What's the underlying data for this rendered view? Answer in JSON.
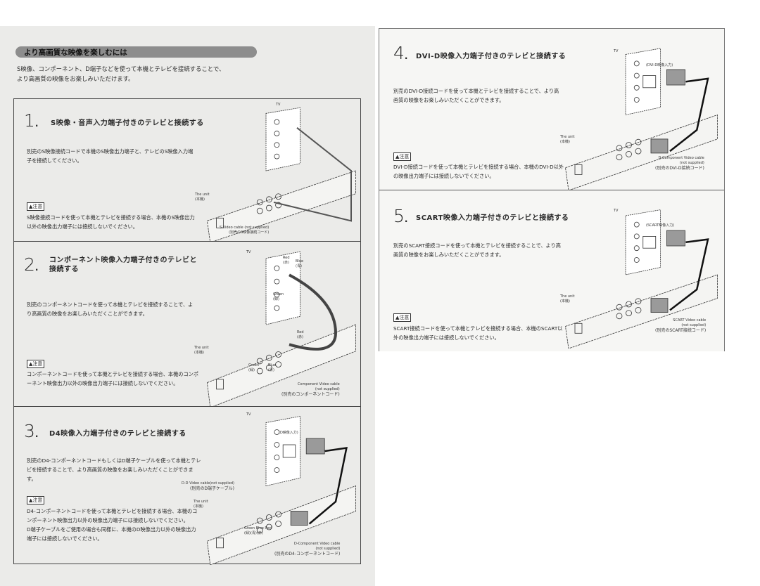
{
  "header": {
    "title": "より高画質な映像を楽しむには",
    "intro_1": "S映像、コンポーネント、D端子などを使って本機とテレビを接続することで、",
    "intro_2": "より高画質の映像をお楽しみいただけます。"
  },
  "caution_label": "注意",
  "sections": [
    {
      "number": "1",
      "title": "S映像・音声入力端子付きのテレビと接続する",
      "body": "別売のS映像接続コードで本機のS映像出力端子と、テレビのS映像入力端子を接続してください。",
      "caution": "S映像接続コードを使って本機とテレビを接続する場合、本機のS映像出力以外の映像出力端子には接続しないでください。",
      "tv": "TV",
      "unit_en": "The unit",
      "unit_ja": "(本機)",
      "cable_en": "S-Video cable (not supplied)",
      "cable_ja": "(別売のS映像接続コード)"
    },
    {
      "number": "2",
      "title_1": "コンポーネント映像入力端子付きのテレビと",
      "title_2": "接続する",
      "body": "別売のコンポーネントコードを使って本機とテレビを接続することで、より高画質の映像をお楽しみいただくことができます。",
      "caution": "コンポーネントコードを使って本機とテレビを接続する場合、本機のコンポーネント映像出力以外の映像出力端子には接続しないでください。",
      "tv": "TV",
      "unit_en": "The unit",
      "unit_ja": "(本機)",
      "red": "Red",
      "red_ja": "(赤)",
      "blue": "Blue",
      "blue_ja": "(青)",
      "green": "Green",
      "green_ja": "(緑)",
      "cable_en": "Component Video cable",
      "cable_en2": "(not supplied)",
      "cable_ja": "(別売のコンポーネントコード)"
    },
    {
      "number": "3",
      "title": "D4映像入力端子付きのテレビと接続する",
      "body": "別売のD4-コンポーネントコードもしくはD端子ケーブルを使って本機とテレビを接続することで、より高画質の映像をお楽しみいただくことができます。",
      "caution": "D4-コンポーネントコードを使って本機とテレビを接続する場合、本機のコンポーネント映像出力以外の映像出力端子には接続しないでください。",
      "caution_2": "D端子ケーブルをご使用の場合も同様に、本機のD映像出力以外の映像出力端子には接続しないでください。",
      "tv": "TV",
      "input": "(D映像入力)",
      "unit_en": "The unit",
      "unit_ja": "(本機)",
      "dcable_en": "D-D Video cable(not supplied)",
      "dcable_ja": "(別売のD端子ケーブル)",
      "green": "Green",
      "green_ja": "(緑)",
      "blue": "Blue",
      "blue_ja": "(青)",
      "red": "Red",
      "red_ja": "(赤)",
      "cable_en": "D-Component Video cable",
      "cable_en2": "(not supplied)",
      "cable_ja": "(別売のD4-コンポーネントコード)"
    },
    {
      "number": "4",
      "title": "DVI-D映像入力端子付きのテレビと接続する",
      "body": "別売のDVI-D接続コードを使って本機とテレビを接続することで、より高画質の映像をお楽しみいただくことができます。",
      "caution": "DVI-D接続コードを使って本機とテレビを接続する場合、本機のDVI-D以外の映像出力端子には接続しないでください。",
      "tv": "TV",
      "input": "(DVI-D映像入力)",
      "unit_en": "The unit",
      "unit_ja": "(本機)",
      "cable_en": "D-Component Video cable",
      "cable_en2": "(not supplied)",
      "cable_ja": "(別売のDVI-D接続コード)"
    },
    {
      "number": "5",
      "title": "SCART映像入力端子付きのテレビと接続する",
      "body": "別売のSCART接続コードを使って本機とテレビを接続することで、より高画質の映像をお楽しみいただくことができます。",
      "caution": "SCART接続コードを使って本機とテレビを接続する場合、本機のSCART以外の映像出力端子には接続しないでください。",
      "tv": "TV",
      "input": "(SCART映像入力)",
      "unit_en": "The unit",
      "unit_ja": "(本機)",
      "cable_en": "SCART Video cable",
      "cable_en2": "(not supplied)",
      "cable_ja": "(別売のSCART接続コード)"
    }
  ]
}
